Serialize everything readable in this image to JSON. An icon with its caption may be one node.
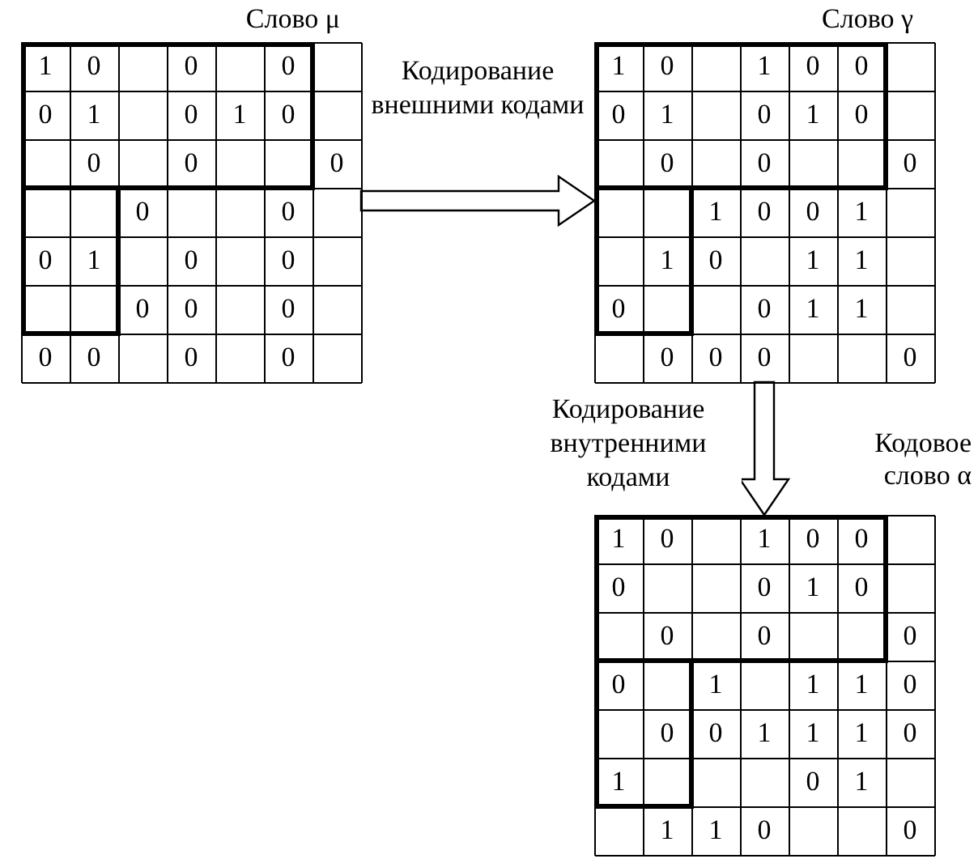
{
  "diagram": {
    "nodes": [
      {
        "text": [
          "Слово μ"
        ]
      },
      {
        "text": [
          "Слово γ"
        ]
      },
      {
        "text": [
          "Кодовое слово α"
        ]
      }
    ],
    "edges": [
      {
        "from": 0,
        "to": 1,
        "arrow": "to",
        "label": "Кодирование внешними кодами"
      },
      {
        "from": 1,
        "to": 2,
        "arrow": "to",
        "label": "Кодирование внутренними кодами"
      }
    ],
    "labels": [
      "1",
      "0",
      "0",
      "0",
      "0",
      "1",
      "0",
      "1",
      "0",
      "0",
      "0",
      "0",
      "0",
      "0",
      "0",
      "1",
      "0",
      "0",
      "0",
      "0",
      "0",
      "0",
      "0",
      "0",
      "0",
      "1",
      "0",
      "1",
      "0",
      "0",
      "0",
      "1",
      "0",
      "1",
      "0",
      "0",
      "0",
      "0",
      "1",
      "0",
      "0",
      "1",
      "1",
      "0",
      "1",
      "1",
      "0",
      "0",
      "1",
      "1",
      "0",
      "0",
      "0",
      "0",
      "1",
      "0",
      "1",
      "0",
      "0",
      "0",
      "0",
      "1",
      "0",
      "0",
      "0",
      "0",
      "0",
      "1",
      "1",
      "1",
      "0",
      "0",
      "0",
      "1",
      "1",
      "1",
      "0",
      "1",
      "0",
      "1",
      "1",
      "1",
      "0",
      "0"
    ]
  }
}
